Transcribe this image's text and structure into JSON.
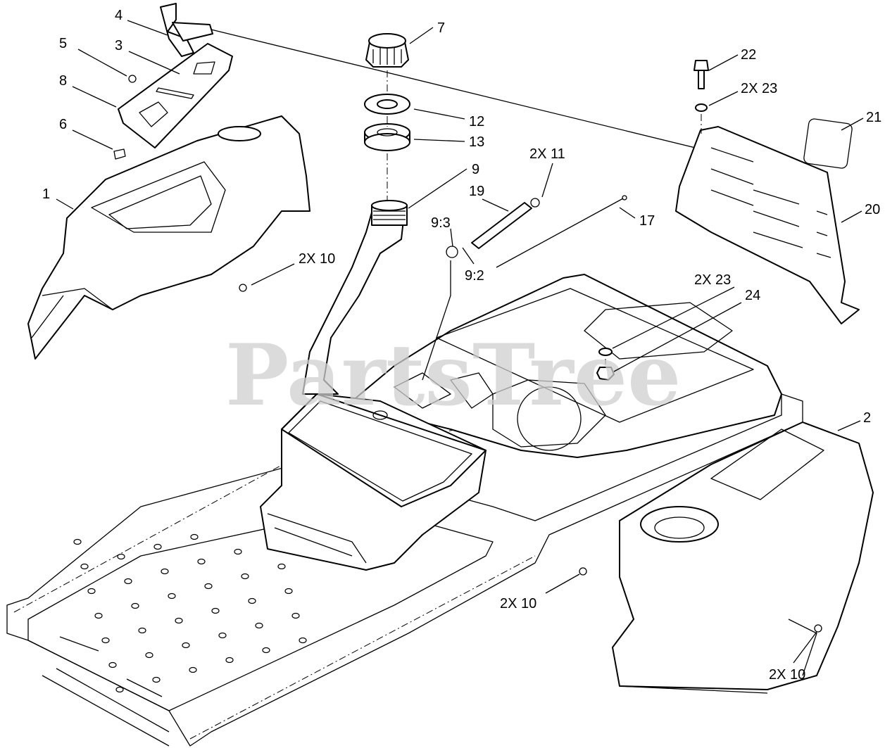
{
  "watermark": {
    "text": "PartsTree"
  },
  "callouts": [
    {
      "id": "c4",
      "label": "4"
    },
    {
      "id": "c5",
      "label": "5"
    },
    {
      "id": "c3",
      "label": "3"
    },
    {
      "id": "c8",
      "label": "8"
    },
    {
      "id": "c6",
      "label": "6"
    },
    {
      "id": "c1",
      "label": "1"
    },
    {
      "id": "c7",
      "label": "7"
    },
    {
      "id": "c12",
      "label": "12"
    },
    {
      "id": "c13",
      "label": "13"
    },
    {
      "id": "c9",
      "label": "9"
    },
    {
      "id": "c19",
      "label": "19"
    },
    {
      "id": "c11",
      "label": "2X 11"
    },
    {
      "id": "c93",
      "label": "9:3"
    },
    {
      "id": "c92",
      "label": "9:2"
    },
    {
      "id": "c17",
      "label": "17"
    },
    {
      "id": "c10a",
      "label": "2X 10"
    },
    {
      "id": "c22",
      "label": "22"
    },
    {
      "id": "c23a",
      "label": "2X  23"
    },
    {
      "id": "c21",
      "label": "21"
    },
    {
      "id": "c20",
      "label": "20"
    },
    {
      "id": "c23b",
      "label": "2X  23"
    },
    {
      "id": "c24",
      "label": "24"
    },
    {
      "id": "c2",
      "label": "2"
    },
    {
      "id": "c10b",
      "label": "2X 10"
    },
    {
      "id": "c10c",
      "label": "2X 10"
    }
  ]
}
